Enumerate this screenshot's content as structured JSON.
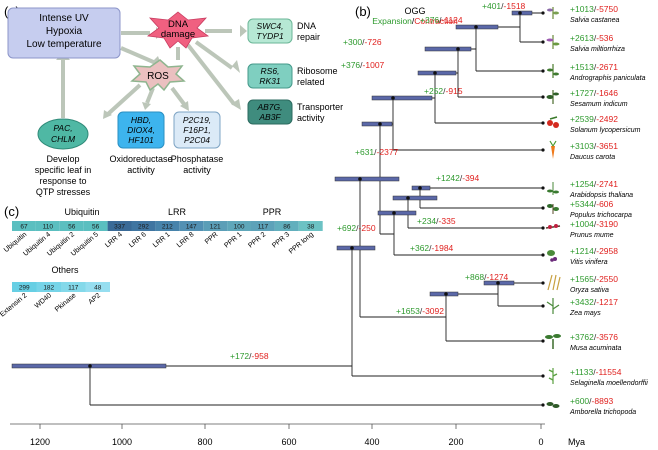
{
  "panel_a": {
    "label": "(a)",
    "stress": [
      "Intense UV",
      "Hypoxia",
      "Low temperature"
    ],
    "dna_damage": [
      "DNA",
      "damage"
    ],
    "ros": "ROS",
    "swc": [
      "SWC4,",
      "TYDP1"
    ],
    "dna_repair": [
      "DNA",
      "repair"
    ],
    "rs": [
      "RS6,",
      "RK31"
    ],
    "ribosome": [
      "Ribosome",
      "related"
    ],
    "ab": [
      "AB7G,",
      "AB3F"
    ],
    "transporter": [
      "Transporter",
      "activity"
    ],
    "pac": [
      "PAC,",
      "CHLM"
    ],
    "develop": [
      "Develop",
      "specific leaf in",
      "response to",
      "QTP stresses"
    ],
    "hbd": [
      "HBD,",
      "DIOX4,",
      "HF101"
    ],
    "oxido": [
      "Oxidoreductase",
      "activity"
    ],
    "p2c": [
      "P2C19,",
      "F16P1,",
      "P2C04"
    ],
    "phosph": [
      "Phosphatase",
      "activity"
    ]
  },
  "panel_c": {
    "label": "(c)",
    "groups": [
      "Ubiquitin",
      "LRR",
      "PPR",
      "Others"
    ],
    "row1": [
      {
        "count": "67",
        "name": "Ubiquitin",
        "color": "#5bbfc0"
      },
      {
        "count": "110",
        "name": "Ubiquitin 4",
        "color": "#5bbfc0"
      },
      {
        "count": "56",
        "name": "Ubiquitin 2",
        "color": "#5bbfc0"
      },
      {
        "count": "56",
        "name": "Ubiquitin 5",
        "color": "#5bbfc0"
      },
      {
        "count": "337",
        "name": "LRR 4",
        "color": "#3a6a97"
      },
      {
        "count": "292",
        "name": "LRR 6",
        "color": "#3f75a1"
      },
      {
        "count": "212",
        "name": "LRR 1",
        "color": "#4783ab"
      },
      {
        "count": "147",
        "name": "LRR 8",
        "color": "#5290b3"
      },
      {
        "count": "121",
        "name": "PPR",
        "color": "#5b9eb7"
      },
      {
        "count": "100",
        "name": "PPR 1",
        "color": "#5fa7ba"
      },
      {
        "count": "117",
        "name": "PPR 2",
        "color": "#5da2b9"
      },
      {
        "count": "86",
        "name": "PPR 3",
        "color": "#62afbd"
      },
      {
        "count": "38",
        "name": "PPR long",
        "color": "#6cc2c4"
      }
    ],
    "row2": [
      {
        "count": "299",
        "name": "Extensin 2",
        "color": "#67cfe4"
      },
      {
        "count": "182",
        "name": "WD40",
        "color": "#76d4e8"
      },
      {
        "count": "117",
        "name": "Pkinase",
        "color": "#84d9ea"
      },
      {
        "count": "48",
        "name": "AP2",
        "color": "#96def0"
      }
    ]
  },
  "panel_b": {
    "label": "(b)",
    "ogg": "OGG",
    "expansion": "Expansion",
    "slash": "/",
    "contraction": "Contraction",
    "expansion_color": "#2e9a2e",
    "contraction_color": "#e0201e",
    "species": [
      {
        "exp": "+1013",
        "con": "-5750",
        "name": "Salvia castanea"
      },
      {
        "exp": "+2613",
        "con": "-536",
        "name": "Salvia miltiorrhiza"
      },
      {
        "exp": "+1513",
        "con": "-2671",
        "name": "Andrographis paniculata"
      },
      {
        "exp": "+1727",
        "con": "-1646",
        "name": "Sesamum indicum"
      },
      {
        "exp": "+2539",
        "con": "-2492",
        "name": "Solanum lycopersicum"
      },
      {
        "exp": "+3103",
        "con": "-3651",
        "name": "Daucus carota"
      },
      {
        "exp": "+1254",
        "con": "-2741",
        "name": "Arabidopsis thaliana"
      },
      {
        "exp": "+5344",
        "con": "-606",
        "name": "Populus trichocarpa"
      },
      {
        "exp": "+1004",
        "con": "-3190",
        "name": "Prunus mume"
      },
      {
        "exp": "+1214",
        "con": "-2958",
        "name": "Vitis vinifera"
      },
      {
        "exp": "+1565",
        "con": "-2550",
        "name": "Oryza sativa"
      },
      {
        "exp": "+3432",
        "con": "-1217",
        "name": "Zea mays"
      },
      {
        "exp": "+3762",
        "con": "-3576",
        "name": "Musa acuminata"
      },
      {
        "exp": "+1133",
        "con": "-11554",
        "name": "Selaginella moellendorffii"
      },
      {
        "exp": "+600",
        "con": "-8893",
        "name": "Amborella trichopoda"
      }
    ],
    "nodes": [
      {
        "exp": "+401",
        "con": "-1518"
      },
      {
        "exp": "+376",
        "con": "-1124"
      },
      {
        "exp": "+300",
        "con": "-726"
      },
      {
        "exp": "+252",
        "con": "-915"
      },
      {
        "exp": "+376",
        "con": "-1007"
      },
      {
        "exp": "+631",
        "con": "-2377"
      },
      {
        "exp": "+1242",
        "con": "-394"
      },
      {
        "exp": "+234",
        "con": "-335"
      },
      {
        "exp": "+362",
        "con": "-1984"
      },
      {
        "exp": "+692",
        "con": "-250"
      },
      {
        "exp": "+868",
        "con": "-1274"
      },
      {
        "exp": "+1653",
        "con": "-3092"
      },
      {
        "exp": "+172",
        "con": "-958"
      }
    ],
    "axis_ticks": [
      "1200",
      "1000",
      "800",
      "600",
      "400",
      "200",
      "0"
    ],
    "axis_unit": "Mya"
  }
}
